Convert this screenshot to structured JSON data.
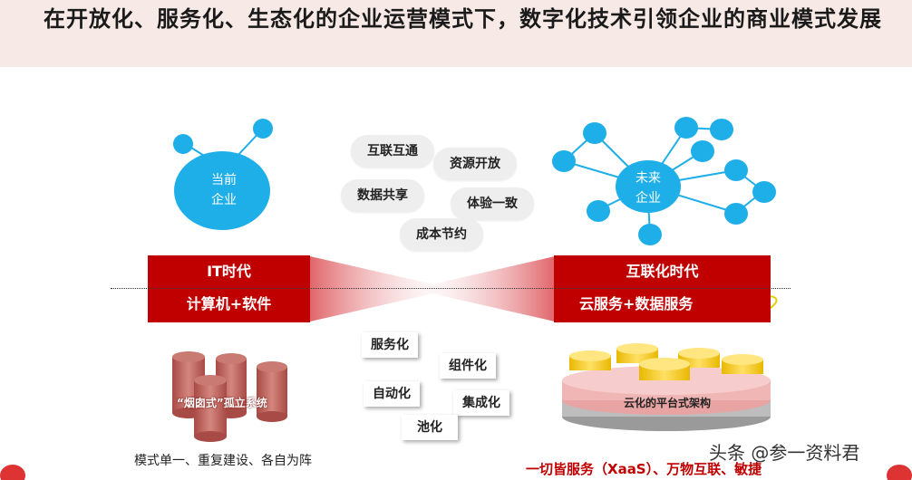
{
  "title": "在开放化、服务化、生态化的企业运营模式下，数字化技术引领企业的商业模式发展",
  "left_circle": {
    "line1": "当前",
    "line2": "企业"
  },
  "right_circle": {
    "line1": "未来",
    "line2": "企业"
  },
  "values": [
    "互联互通",
    "资源开放",
    "数据共享",
    "体验一致",
    "成本节约"
  ],
  "left_box": {
    "era": "IT时代",
    "tech": "计算机+软件"
  },
  "right_box": {
    "era": "互联化时代",
    "tech": "云服务+数据服务"
  },
  "silo_label": "“烟囱式”孤立系统",
  "platform_label": "云化的平台式架构",
  "tags": [
    "服务化",
    "组件化",
    "自动化",
    "集成化",
    "池化"
  ],
  "left_caption": "模式单一、重复建设、各自为阵",
  "right_caption": "一切皆服务（XaaS）、万物互联、敏捷",
  "watermark": "头条 @参一资料君",
  "colors": {
    "accent_red": "#c00000",
    "circle_blue": "#1eaee8",
    "title_bg": "#f6e9e6"
  }
}
